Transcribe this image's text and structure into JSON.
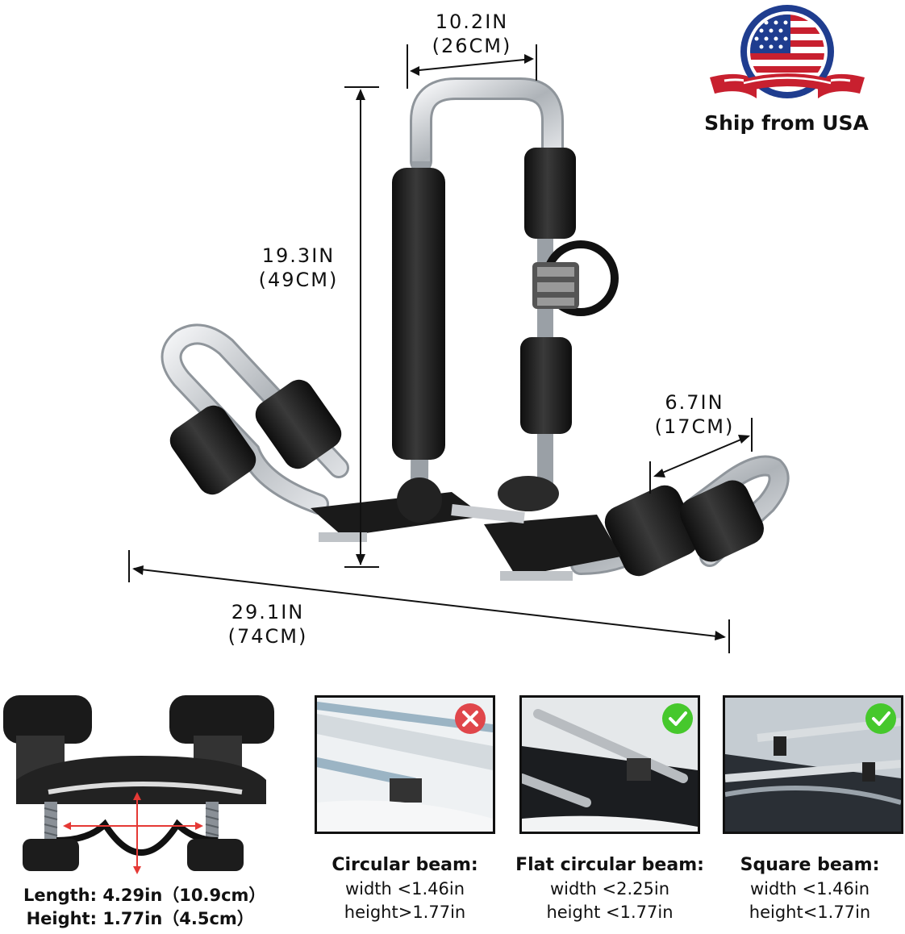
{
  "dimensions": {
    "top_width": {
      "in": "10.2IN",
      "cm": "(26CM)"
    },
    "height": {
      "in": "19.3IN",
      "cm": "(49CM)"
    },
    "arm_width": {
      "in": "6.7IN",
      "cm": "(17CM)"
    },
    "total_length": {
      "in": "29.1IN",
      "cm": "(74CM)"
    }
  },
  "badge": {
    "text": "Ship from USA",
    "icon": "us-flag-seal-icon"
  },
  "clamp_specs": {
    "length_label": "Length:",
    "length_value": "4.29in（10.9cm）",
    "height_label": "Height:",
    "height_value": "1.77in（4.5cm）"
  },
  "beams": [
    {
      "title": "Circular beam:",
      "width": "width <1.46in",
      "height": "height>1.77in",
      "status": "incompatible",
      "status_icon": "cross-icon",
      "status_color": "#e0464b"
    },
    {
      "title": "Flat circular beam:",
      "width": "width <2.25in",
      "height": "height <1.77in",
      "status": "compatible",
      "status_icon": "check-icon",
      "status_color": "#46c82c"
    },
    {
      "title": "Square beam:",
      "width": "width <1.46in",
      "height": "height<1.77in",
      "status": "compatible",
      "status_icon": "check-icon",
      "status_color": "#46c82c"
    }
  ],
  "colors": {
    "foam": "#1b1b1b",
    "aluminum": "#c9ccd0",
    "flag_blue": "#1f3d8f",
    "flag_red": "#c8202f",
    "dimension_red": "#e53935"
  }
}
